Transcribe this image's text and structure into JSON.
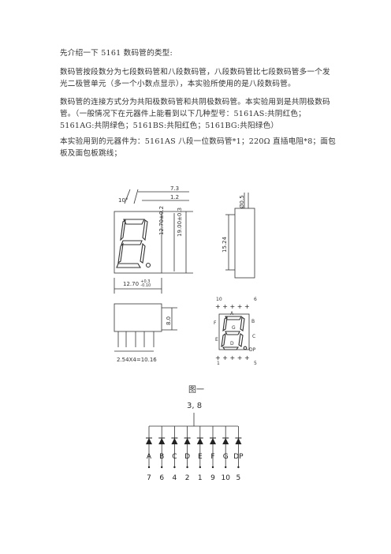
{
  "paragraphs": [
    "先介绍一下 5161 数码管的类型:",
    "数码管按段数分为七段数码管和八段数码管，八段数码管比七段数码管多一个发光二极管单元（多一个小数点显示），本实验所使用的是八段数码管。",
    "数码管的连接方式分为共阳极数码管和共阴极数码管。本实验用到是共阴极数码管。（一般情况下在元器件上能看到以下几种型号：5161AS:共阴红色；5161AG:共阴绿色；5161BS:共阳红色；5161BG:共阳绿色）",
    "本实验用到的元器件为：5161AS 八段一位数码管*1；220Ω 直插电阻*8；面包板及面包板跳线；"
  ],
  "figure1": {
    "caption": "图一",
    "dims": {
      "angle": "10°",
      "top_width": "7.3",
      "top_offset": "1.2",
      "height_inner": "12.70±0.2",
      "height_outer": "19.00±0.3",
      "width": "12.70",
      "width_tol_plus": "+0.3",
      "width_tol_minus": "-0.10",
      "side_top": "Ø0.5",
      "side_height": "15.24",
      "bottom_height": "8.0",
      "pitch": "2.54X4=10.16"
    },
    "pins": {
      "top_left": "10",
      "top_right": "6",
      "bottom_left": "1",
      "bottom_right": "5"
    },
    "segments": [
      "A",
      "B",
      "C",
      "D",
      "E",
      "F",
      "G",
      "DP"
    ]
  },
  "figure2": {
    "common_label": "3, 8",
    "diode_labels": [
      "A",
      "B",
      "C",
      "D",
      "E",
      "F",
      "G",
      "DP"
    ],
    "pin_numbers": [
      "7",
      "6",
      "4",
      "2",
      "1",
      "9",
      "10",
      "5"
    ]
  }
}
